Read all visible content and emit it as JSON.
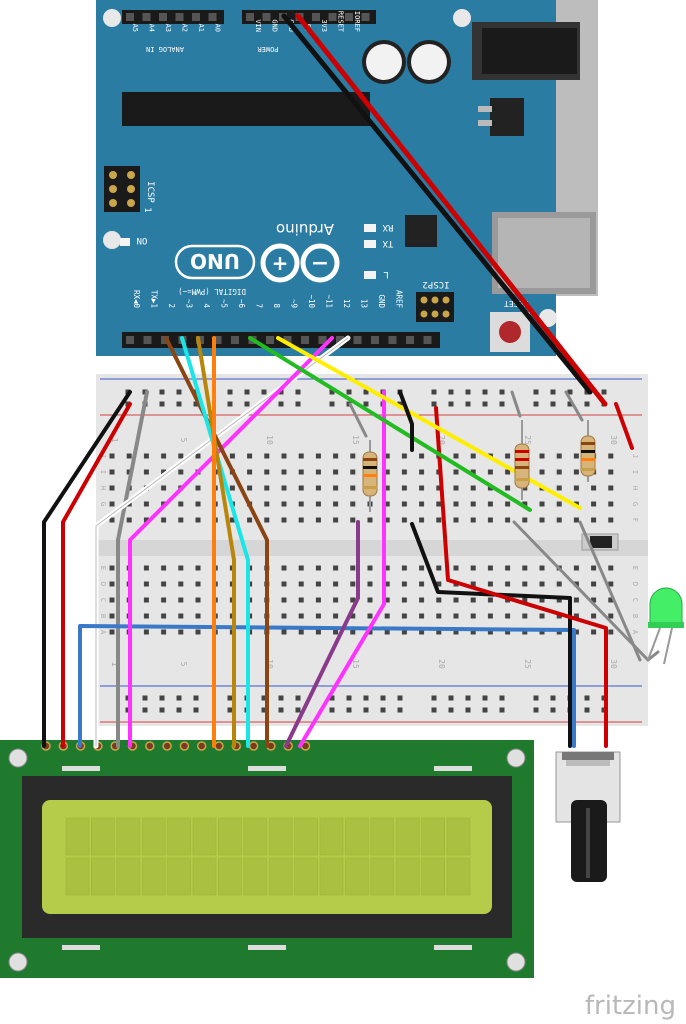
{
  "arduino": {
    "brand": "Arduino",
    "model": "UNO",
    "analog_header": "ANALOG IN",
    "analog_pins": [
      "A5",
      "A4",
      "A3",
      "A2",
      "A1",
      "A0"
    ],
    "power_header": "POWER",
    "power_pins": [
      "VIN",
      "GND",
      "GND",
      "5V",
      "3V3",
      "RESET",
      "IOREF"
    ],
    "digital_header": "DIGITAL (PWM=~)",
    "digital_pins": [
      "RX◀0",
      "TX▶1",
      "2",
      "~3",
      "4",
      "~5",
      "~6",
      "7",
      "8",
      "~9",
      "~10",
      "~11",
      "12",
      "13",
      "GND",
      "AREF"
    ],
    "icsp": "ICSP",
    "icsp2": "ICSP2",
    "icsp_one": "1",
    "on": "ON",
    "rx": "RX",
    "tx": "TX",
    "l": "L",
    "reset": "RESET"
  },
  "breadboard": {
    "rows_top": [
      "J",
      "I",
      "H",
      "G",
      "F"
    ],
    "rows_bottom": [
      "E",
      "D",
      "C",
      "B",
      "A"
    ],
    "col_numbers": [
      "1",
      "5",
      "10",
      "15",
      "20",
      "25",
      "30"
    ]
  },
  "watermark": "fritzing",
  "colors": {
    "board_blue": "#2a7ca3",
    "pcb_green": "#1f7a2e",
    "lcd_green": "#b5cc4a",
    "breadboard": "#e6e6e6",
    "wire_red": "#cc0000",
    "wire_black": "#111111",
    "wire_magenta": "#ff33ff",
    "wire_cyan": "#19e6e6",
    "wire_orange": "#ff7f0e",
    "wire_brown": "#8b4513",
    "wire_green": "#22bb22",
    "wire_yellow": "#ffee00",
    "wire_grey": "#888888",
    "wire_white": "#ffffff",
    "wire_blue": "#3a78c8",
    "wire_purple": "#8a3a8a",
    "led": "#44ee66"
  }
}
